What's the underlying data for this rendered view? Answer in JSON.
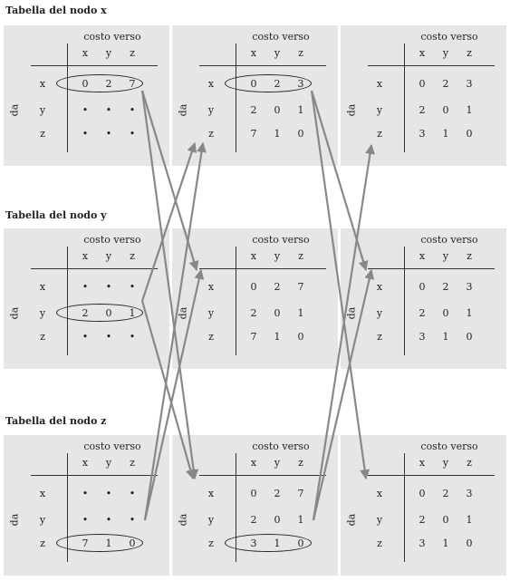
{
  "sections": [
    {
      "label": "Tabella del nodo x"
    },
    {
      "label": "Tabella del nodo y"
    },
    {
      "label": "Tabella del nodo z"
    }
  ],
  "header": "costo verso",
  "cols": [
    "x",
    "y",
    "z"
  ],
  "rows": [
    "x",
    "y",
    "z"
  ],
  "side": "da",
  "tables": [
    [
      {
        "cells": [
          [
            "0",
            "2",
            "7"
          ],
          [
            "•",
            "•",
            "•"
          ],
          [
            "•",
            "•",
            "•"
          ]
        ],
        "oval": 0
      },
      {
        "cells": [
          [
            "0",
            "2",
            "3"
          ],
          [
            "2",
            "0",
            "1"
          ],
          [
            "7",
            "1",
            "0"
          ]
        ],
        "oval": 0
      },
      {
        "cells": [
          [
            "0",
            "2",
            "3"
          ],
          [
            "2",
            "0",
            "1"
          ],
          [
            "3",
            "1",
            "0"
          ]
        ],
        "oval": -1
      }
    ],
    [
      {
        "cells": [
          [
            "•",
            "•",
            "•"
          ],
          [
            "2",
            "0",
            "1"
          ],
          [
            "•",
            "•",
            "•"
          ]
        ],
        "oval": 1
      },
      {
        "cells": [
          [
            "0",
            "2",
            "7"
          ],
          [
            "2",
            "0",
            "1"
          ],
          [
            "7",
            "1",
            "0"
          ]
        ],
        "oval": -1
      },
      {
        "cells": [
          [
            "0",
            "2",
            "3"
          ],
          [
            "2",
            "0",
            "1"
          ],
          [
            "3",
            "1",
            "0"
          ]
        ],
        "oval": -1
      }
    ],
    [
      {
        "cells": [
          [
            "•",
            "•",
            "•"
          ],
          [
            "•",
            "•",
            "•"
          ],
          [
            "7",
            "1",
            "0"
          ]
        ],
        "oval": 2
      },
      {
        "cells": [
          [
            "0",
            "2",
            "7"
          ],
          [
            "2",
            "0",
            "1"
          ],
          [
            "3",
            "1",
            "0"
          ]
        ],
        "oval": 2
      },
      {
        "cells": [
          [
            "0",
            "2",
            "3"
          ],
          [
            "2",
            "0",
            "1"
          ],
          [
            "3",
            "1",
            "0"
          ]
        ],
        "oval": -1
      }
    ]
  ],
  "colors": {
    "panel": "#e6e6e6",
    "arrow": "#888888",
    "ink": "#222222"
  }
}
